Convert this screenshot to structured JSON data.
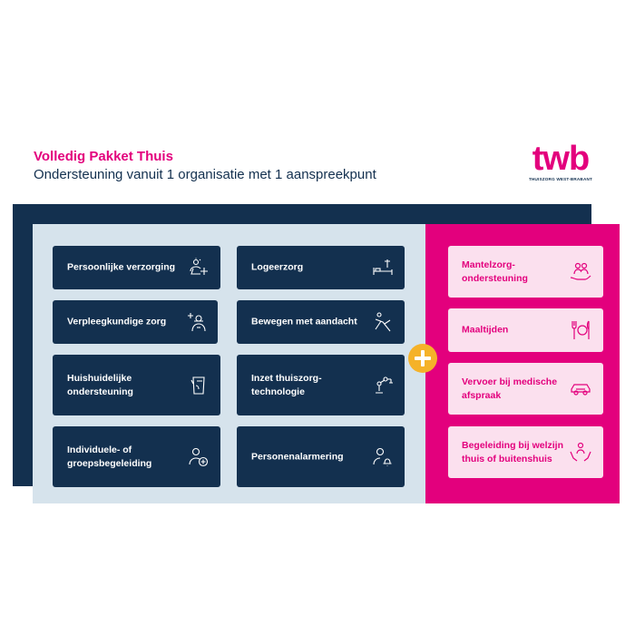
{
  "header": {
    "title": "Volledig Pakket Thuis",
    "subtitle": "Ondersteuning vanuit 1 organisatie met 1 aanspreekpunt"
  },
  "logo": {
    "word": "twb",
    "tagline": "THUISZORG WEST-BRABANT"
  },
  "colors": {
    "brand_pink": "#e3007d",
    "navy": "#13304f",
    "light_blue": "#d6e3ec",
    "light_pink": "#fbe0ee",
    "plus_yellow": "#f5b229"
  },
  "services": [
    {
      "label": "Persoonlijke verzorging",
      "icon": "personal-care-icon"
    },
    {
      "label": "Logeerzorg",
      "icon": "bed-icon"
    },
    {
      "label": "Verpleegkundige zorg",
      "icon": "nurse-icon"
    },
    {
      "label": "Bewegen met aandacht",
      "icon": "movement-icon"
    },
    {
      "label": "Huishuidelijke ondersteuning",
      "icon": "cleaning-icon"
    },
    {
      "label": "Inzet thuiszorg-technologie",
      "icon": "robot-arm-icon"
    },
    {
      "label": "Individuele- of groepsbegeleiding",
      "icon": "person-add-icon"
    },
    {
      "label": "Personenalarmering",
      "icon": "person-alarm-icon"
    }
  ],
  "extras": [
    {
      "label": "Mantelzorg-ondersteuning",
      "icon": "caring-hands-icon"
    },
    {
      "label": "Maaltijden",
      "icon": "meal-icon"
    },
    {
      "label": "Vervoer bij medische afspraak",
      "icon": "car-icon"
    },
    {
      "label": "Begeleiding bij welzijn thuis of buitenshuis",
      "icon": "wellbeing-icon"
    }
  ]
}
